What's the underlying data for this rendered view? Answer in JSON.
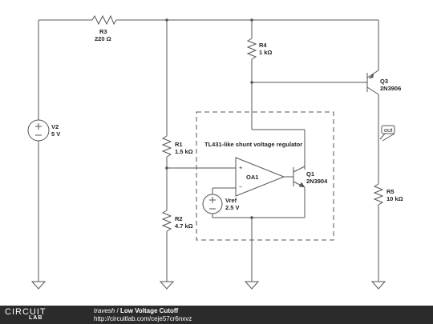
{
  "colors": {
    "wire": "#555555",
    "footer_bg": "#2b2b2b",
    "footer_text": "#ffffff"
  },
  "schematic": {
    "r3": {
      "name": "R3",
      "value": "220 Ω"
    },
    "r4": {
      "name": "R4",
      "value": "1 kΩ"
    },
    "r1": {
      "name": "R1",
      "value": "1.5 kΩ"
    },
    "r2": {
      "name": "R2",
      "value": "4.7 kΩ"
    },
    "r5": {
      "name": "R5",
      "value": "10 kΩ"
    },
    "v2": {
      "name": "V2",
      "value": "5 V"
    },
    "q3": {
      "name": "Q3",
      "value": "2N3906"
    },
    "q1": {
      "name": "Q1",
      "value": "2N3904"
    },
    "oa1": {
      "name": "OA1"
    },
    "vref": {
      "name": "Vref",
      "value": "2.5 V"
    },
    "regulator_box_label": "TL431-like shunt voltage regulator",
    "out_label": "out"
  },
  "footer": {
    "logo_top": "CIRCUIT",
    "logo_bottom": "LAB",
    "author": "travesh",
    "separator": "/",
    "title": "Low Voltage Cutoff",
    "url": "http://circuitlab.com/ceje57cr6nxvz"
  }
}
